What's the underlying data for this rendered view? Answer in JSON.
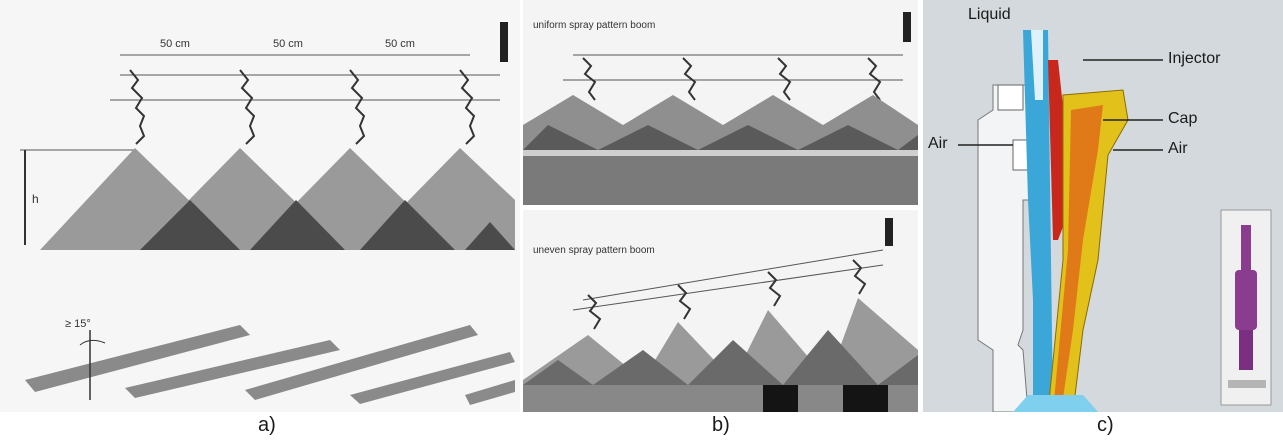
{
  "captions": {
    "a": "a)",
    "b": "b)",
    "c": "c)"
  },
  "panel_a": {
    "spacing_labels": [
      "50 cm",
      "50 cm",
      "50 cm"
    ],
    "height_label": "h",
    "angle_label": "≥ 15°"
  },
  "panel_b": {
    "top_title": "uniform spray pattern boom",
    "bottom_title": "uneven spray pattern boom"
  },
  "panel_c": {
    "labels": {
      "liquid": "Liquid",
      "injector": "Injector",
      "cap": "Cap",
      "air_right": "Air",
      "air_left": "Air"
    }
  },
  "colors": {
    "spray_light": "#8f8f8f",
    "spray_dark": "#4e4e4e",
    "ground": "#7a7a7a",
    "liquid_blue": "#3aa7d8",
    "body_orange": "#e07a18",
    "body_yellow": "#e2c21a",
    "nozzle_purple": "#8a3c8f"
  }
}
